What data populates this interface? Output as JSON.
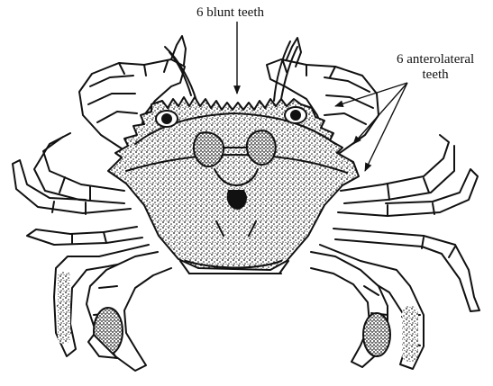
{
  "labels": {
    "blunt_teeth": "6 blunt teeth",
    "anterolateral_line1": "6 anterolateral",
    "anterolateral_line2": "teeth"
  },
  "figure": {
    "subject_icon": "crab-illustration-icon",
    "style": "black ink line drawing, stippled carapace"
  },
  "colors": {
    "ink": "#111111",
    "background": "#ffffff"
  }
}
